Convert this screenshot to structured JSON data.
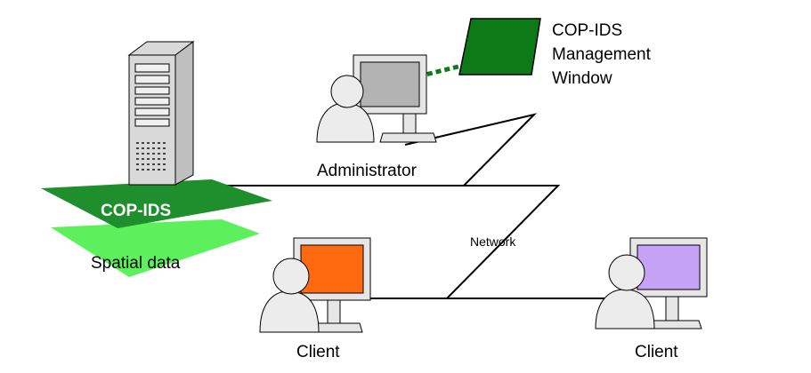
{
  "labels": {
    "window_title": "COP-IDS\nManagement\nWindow",
    "server_layer": "COP-IDS",
    "data_layer": "Spatial data",
    "admin": "Administrator",
    "network": "Network",
    "client_left": "Client",
    "client_right": "Client"
  },
  "colors": {
    "layer_dark": "#1e8f2c",
    "layer_light": "#5cf05c",
    "mgmt_window": "#0b7a17",
    "admin_screen": "#b3b3b3",
    "client_left_screen": "#ff6a10",
    "client_right_screen": "#c6a2f7",
    "computer_frame": "#e6e6e6",
    "person": "#ececec",
    "server_body": "#d9d9d9"
  }
}
